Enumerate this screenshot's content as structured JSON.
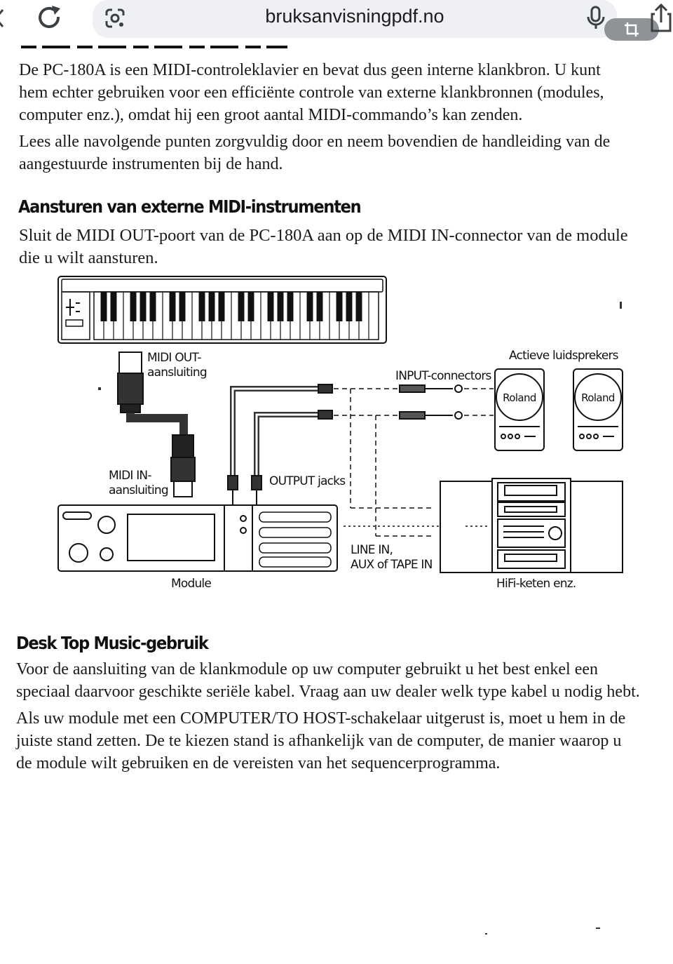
{
  "browser": {
    "url": "bruksanvisningpdf.no",
    "icons": [
      "chevron-left-icon",
      "reload-icon",
      "google-lens-icon",
      "microphone-icon",
      "crop-icon",
      "share-icon"
    ]
  },
  "document": {
    "paragraph_intro_1": "De PC-180A is een MIDI-controleklavier en bevat dus geen interne klankbron. U kunt\nhem echter gebruiken voor een efficiënte controle van externe klankbronnen (modules,\ncomputer enz.), omdat hij een groot aantal MIDI-commando’s kan zenden.",
    "paragraph_intro_2": "Lees alle navolgende punten zorgvuldig door en neem bovendien de handleiding van de\naangestuurde instrumenten bij de hand.",
    "heading_external": "Aansturen van externe MIDI-instrumenten",
    "paragraph_external": "Sluit de MIDI OUT-poort van de PC-180A aan op de MIDI IN-connector van de module\ndie u wilt aansturen.",
    "diagram": {
      "midi_out_label": "MIDI OUT-\naansluiting",
      "midi_in_label": "MIDI IN-\naansluiting",
      "output_jacks_label": "OUTPUT jacks",
      "input_connectors_label": "INPUT-connectors",
      "speakers_label": "Actieve luidsprekers",
      "speaker_brand_left": "Roland",
      "speaker_brand_right": "Roland",
      "line_in_label": "LINE IN,\nAUX of TAPE IN",
      "module_label": "Module",
      "hifi_label": "HiFi-keten enz."
    },
    "heading_dtm": "Desk Top Music-gebruik",
    "paragraph_dtm_1": "Voor de aansluiting van de klankmodule op uw computer gebruikt u het best enkel een\nspeciaal daarvoor geschikte seriële kabel. Vraag aan uw dealer welk type kabel u nodig hebt.",
    "paragraph_dtm_2": "Als uw module met een COMPUTER/TO HOST-schakelaar uitgerust is, moet u hem in de\njuiste stand zetten. De te kiezen stand is afhankelijk van de computer, de manier waarop u\nde module wilt gebruiken en de vereisten van het sequencerprogramma."
  },
  "colors": {
    "addressbar": "#eef0f3",
    "crop_pill": "#8f9296",
    "icon": "#3c4043",
    "text": "#1a1a1a"
  }
}
